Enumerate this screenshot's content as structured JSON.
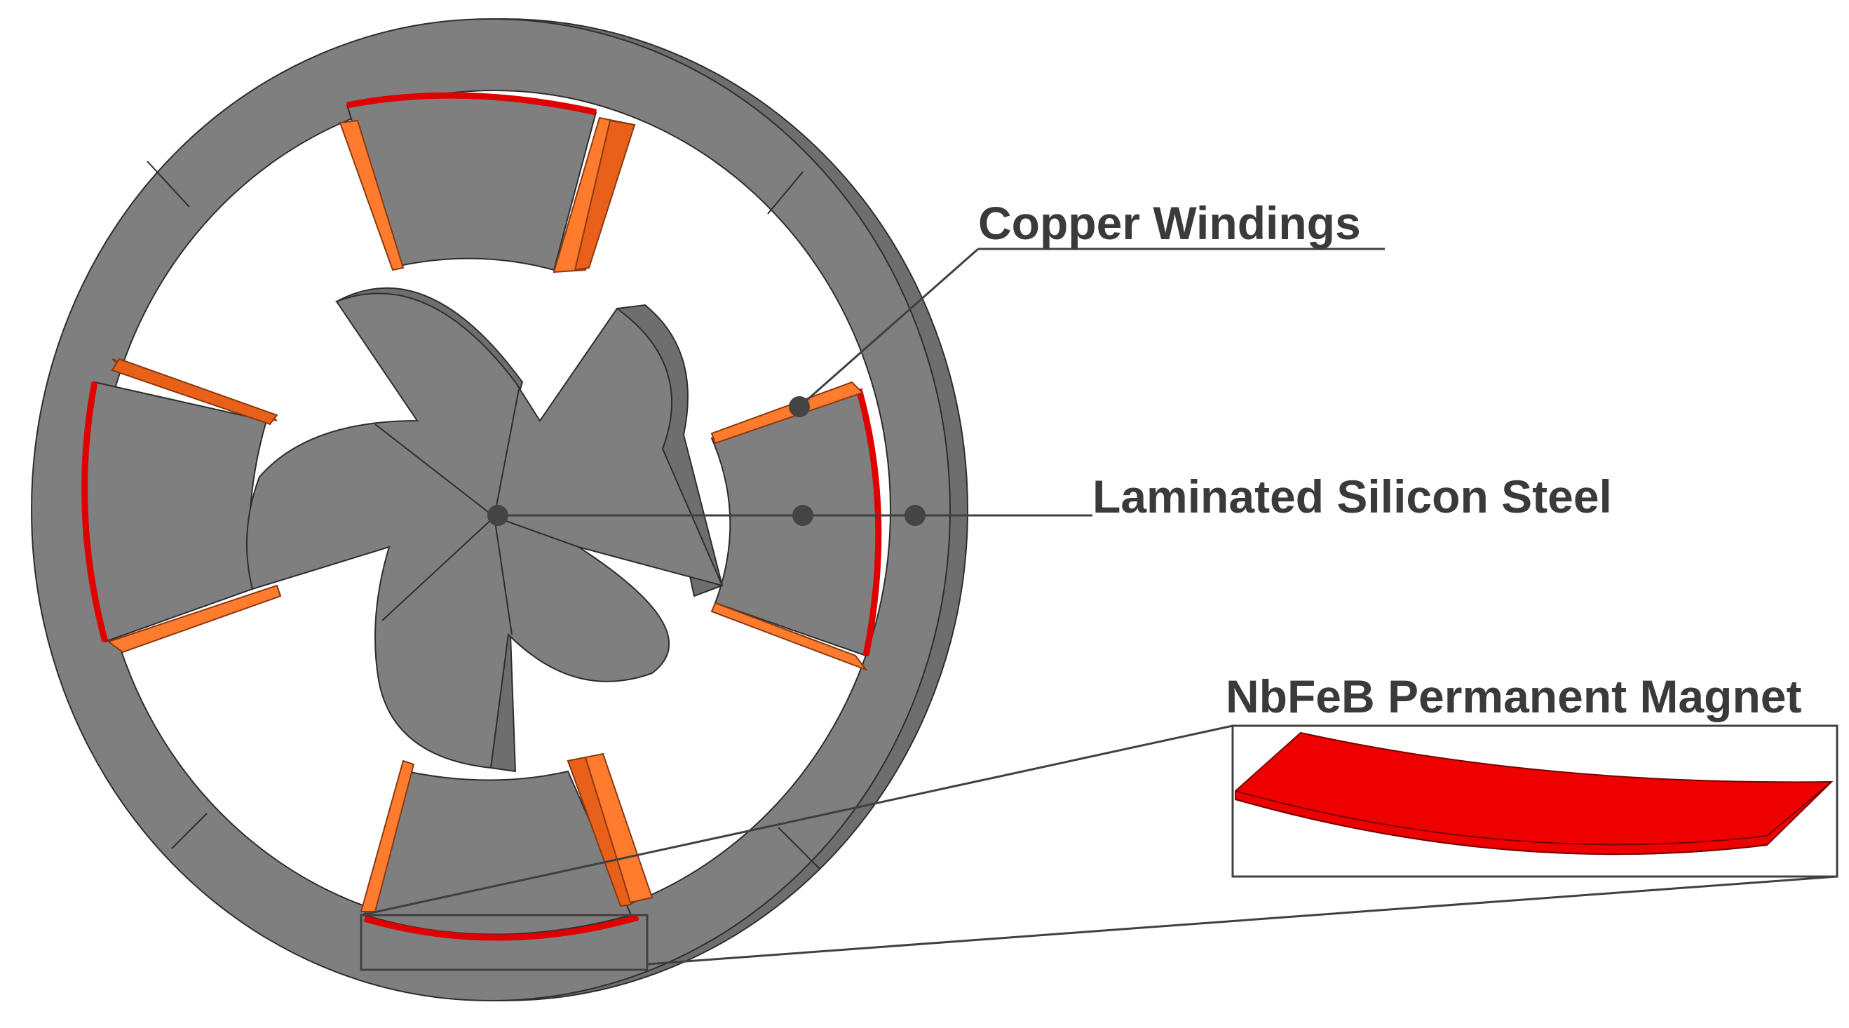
{
  "labels": {
    "copper": "Copper Windings",
    "steel": "Laminated Silicon Steel",
    "magnet": "NbFeB Permanent Magnet"
  },
  "colors": {
    "steel": "#7f7f7f",
    "copper": "#ff7b2e",
    "magnet": "#e00000",
    "label": "#3a3a3a"
  },
  "diagram": {
    "stator_poles": 4,
    "rotor_teeth": 5
  }
}
